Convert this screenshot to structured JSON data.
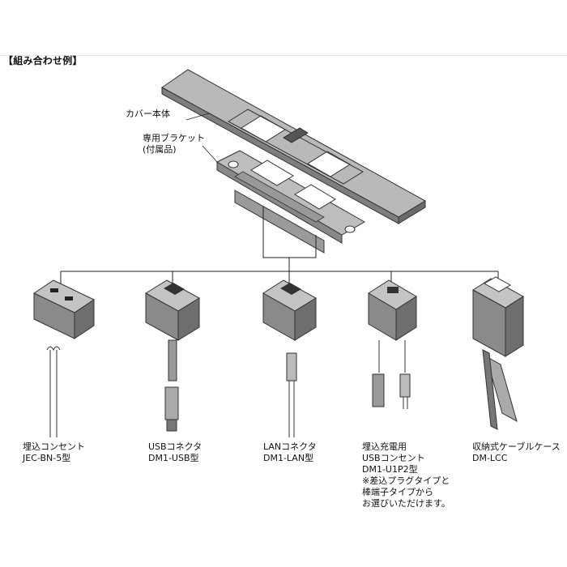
{
  "header": {
    "title": "【組み合わせ例】"
  },
  "callouts": {
    "cover": "カバー本体",
    "bracket_line1": "専用ブラケット",
    "bracket_line2": "(付属品)"
  },
  "products": [
    {
      "name": "埋込コンセント",
      "model": "JEC-BN-5型"
    },
    {
      "name": "USBコネクタ",
      "model": "DM1-USB型"
    },
    {
      "name": "LANコネクタ",
      "model": "DM1-LAN型"
    },
    {
      "name": "埋込充電用",
      "model": "USBコンセント",
      "model2": "DM1-U1P2型",
      "note1": "※差込プラグタイプと",
      "note2": "棒端子タイプから",
      "note3": "お選びいただけます。"
    },
    {
      "name": "収納式ケーブルケース",
      "model": "DM-LCC"
    }
  ],
  "colors": {
    "body": "#8f8f8f",
    "dark": "#5c5c5c",
    "light": "#c8c8c8",
    "line": "#222222"
  }
}
